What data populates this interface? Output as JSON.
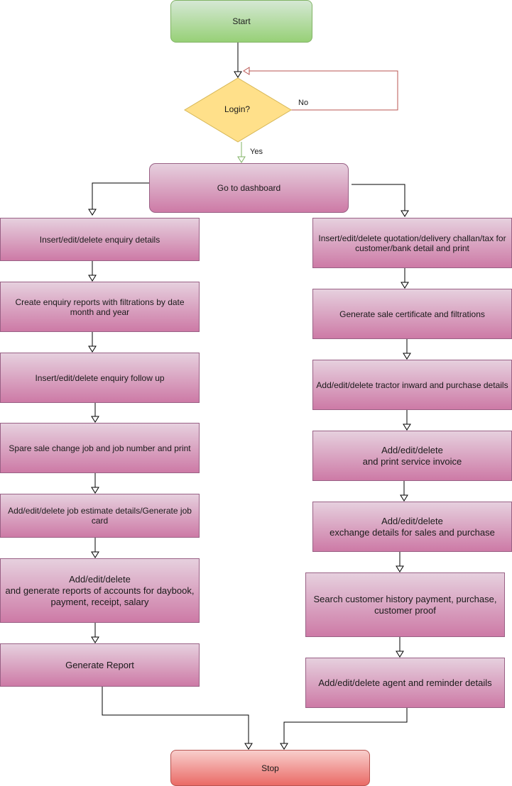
{
  "flowchart": {
    "start": "Start",
    "decision": "Login?",
    "no_label": "No",
    "yes_label": "Yes",
    "dashboard": "Go to dashboard",
    "left_steps": [
      "Insert/edit/delete enquiry details",
      "Create enquiry reports with filtrations by date month and year",
      "Insert/edit/delete enquiry follow up",
      "Spare sale change job and job  number and print",
      "Add/edit/delete job estimate details/Generate job card",
      "Add/edit/delete\nand generate reports of accounts for daybook, payment, receipt, salary",
      "Generate Report"
    ],
    "right_steps": [
      "Insert/edit/delete quotation/delivery challan/tax for customer/bank detail and print",
      "Generate sale certificate and filtrations",
      "Add/edit/delete tractor inward and purchase details",
      "Add/edit/delete\nand print service invoice",
      "Add/edit/delete\nexchange details for sales and purchase",
      "Search customer history payment, purchase, customer proof",
      "Add/edit/delete agent and reminder details"
    ],
    "stop": "Stop"
  }
}
